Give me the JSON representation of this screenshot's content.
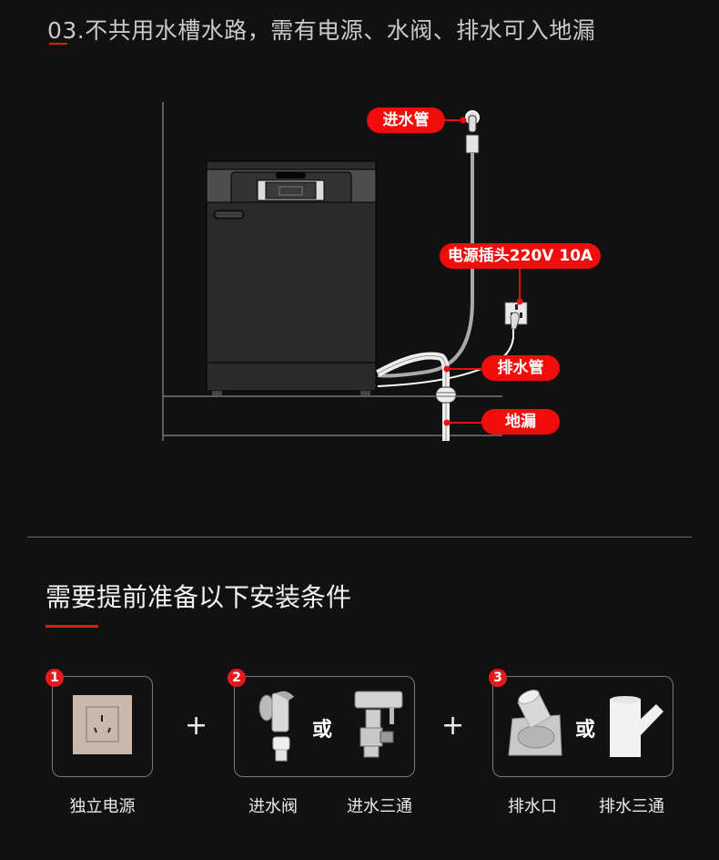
{
  "header": {
    "title": "03.不共用水槽水路，需有电源、水阀、排水可入地漏"
  },
  "diagram": {
    "callouts": {
      "inlet_pipe": "进水管",
      "power_plug": "电源插头220V 10A",
      "drain_pipe": "排水管",
      "floor_drain": "地漏"
    },
    "colors": {
      "accent": "#f20d0d",
      "background": "#111111",
      "appliance": "#2a2a2a"
    }
  },
  "requirements": {
    "title": "需要提前准备以下安装条件",
    "groups": [
      {
        "number": "1",
        "items": [
          {
            "icon": "wall-socket-icon",
            "label": "独立电源"
          }
        ]
      },
      {
        "number": "2",
        "connector": "或",
        "items": [
          {
            "icon": "water-valve-icon",
            "label": "进水阀"
          },
          {
            "icon": "tee-valve-icon",
            "label": "进水三通"
          }
        ]
      },
      {
        "number": "3",
        "connector": "或",
        "items": [
          {
            "icon": "floor-drain-icon",
            "label": "排水口"
          },
          {
            "icon": "drain-tee-icon",
            "label": "排水三通"
          }
        ]
      }
    ],
    "plus_symbol": "+"
  }
}
